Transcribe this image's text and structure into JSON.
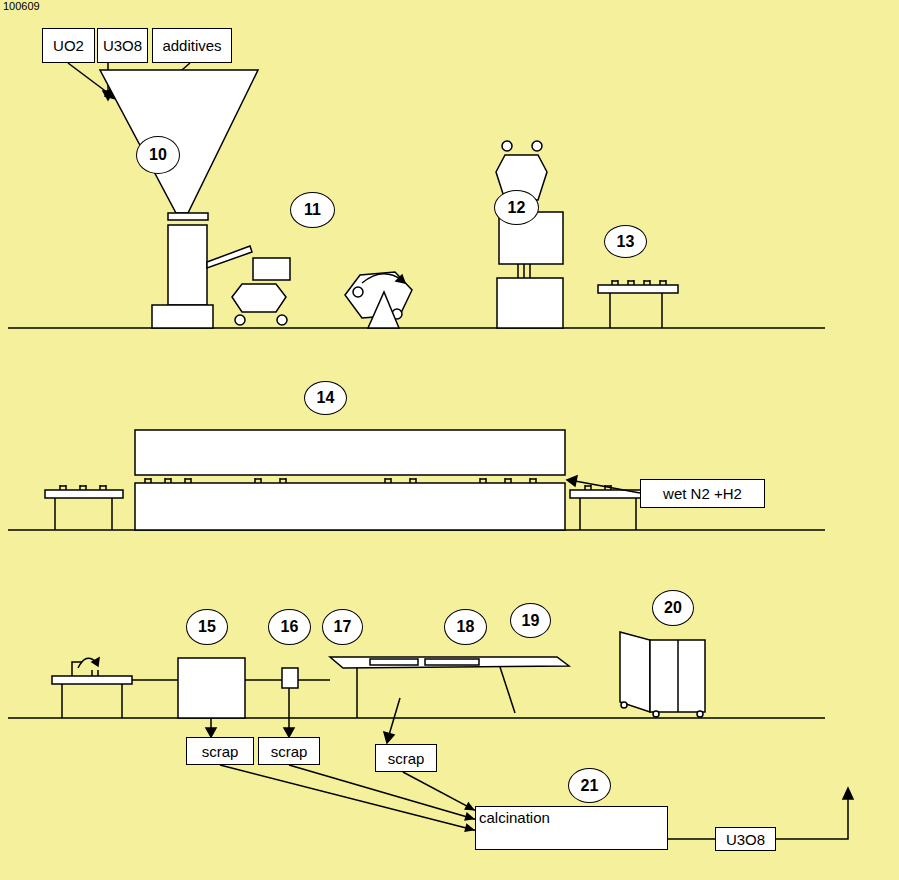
{
  "diagram": {
    "nodes": [
      {
        "text": [
          "UO2"
        ]
      },
      {
        "text": [
          "U3O8"
        ]
      },
      {
        "text": [
          "additives"
        ]
      },
      {
        "text": [
          "10"
        ]
      },
      {
        "text": [
          "11"
        ]
      },
      {
        "text": [
          "12"
        ]
      },
      {
        "text": [
          "13"
        ]
      },
      {
        "text": [
          "14"
        ]
      },
      {
        "text": [
          "wet N2 +H2"
        ]
      },
      {
        "text": [
          "15"
        ]
      },
      {
        "text": [
          "16"
        ]
      },
      {
        "text": [
          "17"
        ]
      },
      {
        "text": [
          "18"
        ]
      },
      {
        "text": [
          "19"
        ]
      },
      {
        "text": [
          "20"
        ]
      },
      {
        "text": [
          "scrap"
        ]
      },
      {
        "text": [
          "scrap"
        ]
      },
      {
        "text": [
          "21"
        ]
      },
      {
        "text": [
          "scrap"
        ]
      },
      {
        "text": [
          "calcination"
        ]
      },
      {
        "text": [
          "U3O8"
        ]
      }
    ],
    "edges": [
      {
        "from": 15,
        "to": 19,
        "arrow": "to"
      },
      {
        "from": 16,
        "to": 19,
        "arrow": "to"
      },
      {
        "from": 18,
        "to": 19,
        "arrow": "to"
      },
      {
        "from": 19,
        "to": 20,
        "arrow": "none"
      }
    ],
    "labels": [
      "100609"
    ]
  }
}
